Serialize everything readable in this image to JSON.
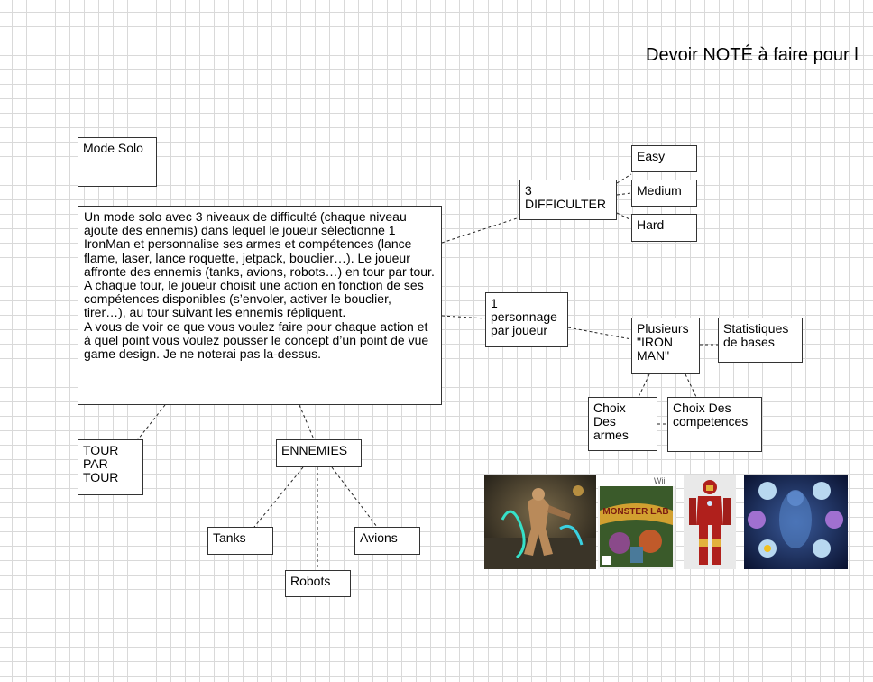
{
  "header": {
    "title": "Devoir NOTÉ à faire pour l"
  },
  "nodes": {
    "mode_solo": "Mode Solo",
    "description_p1": "Un mode solo avec 3 niveaux de difficulté (chaque niveau ajoute des ennemis) dans lequel le joueur sélectionne 1 IronMan et personnalise ses armes et compétences (lance flame, laser, lance roquette, jetpack, bouclier…). Le joueur affronte des ennemis (tanks, avions, robots…) en tour par tour. A chaque tour, le joueur choisit une action en fonction de ses compétences disponibles (s’envoler, activer le bouclier, tirer…), au tour suivant les ennemis répliquent.",
    "description_p2": "A vous de voir ce que vous voulez faire pour chaque action et à quel point vous voulez pousser le concept d’un point de vue game design. Je ne noterai pas la-dessus.",
    "difficulter": "3\nDIFFICULTER",
    "easy": "Easy",
    "medium": "Medium",
    "hard": "Hard",
    "personnage": "1\npersonnage\npar joueur",
    "plusieurs_ironman": "Plusieurs\n\"IRON\nMAN\"",
    "statistiques": "Statistiques\nde bases",
    "choix_armes": "Choix\nDes\narmes",
    "choix_competences": "Choix Des\ncompetences",
    "tour_par_tour": "TOUR\nPAR\nTOUR",
    "ennemies": "ENNEMIES",
    "tanks": "Tanks",
    "robots": "Robots",
    "avions": "Avions"
  },
  "images": [
    {
      "name": "game-screenshot-image"
    },
    {
      "name": "monster-lab-wii-cover-image",
      "cover_logo": "MONSTER LAB",
      "platform_label": "Wii"
    },
    {
      "name": "iron-man-figure-image"
    },
    {
      "name": "ability-wheel-image"
    }
  ],
  "colors": {
    "grid": "#d9d9d9",
    "border": "#333333",
    "connector": "#222222"
  }
}
